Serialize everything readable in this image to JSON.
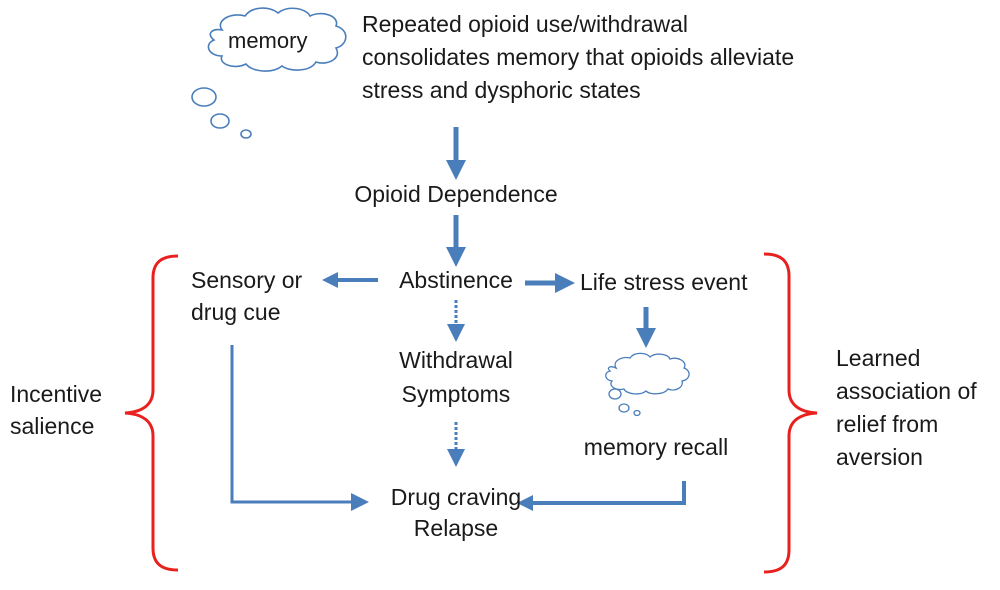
{
  "colors": {
    "arrow": "#4a7ebb",
    "brace": "#e8201e",
    "cloud": "#4a7ebb",
    "text": "#1a1a1a"
  },
  "top_cloud": {
    "label": "memory",
    "icon": "thought-cloud-icon"
  },
  "intro_text": [
    "Repeated opioid use/withdrawal",
    "consolidates memory that opioids alleviate",
    "stress and dysphoric states"
  ],
  "nodes": {
    "dependence": "Opioid Dependence",
    "abstinence": "Abstinence",
    "cue": [
      "Sensory or",
      "drug cue"
    ],
    "stress": "Life stress event",
    "withdrawal": [
      "Withdrawal",
      "Symptoms"
    ],
    "recall": "memory recall",
    "craving": [
      "Drug craving",
      "Relapse"
    ]
  },
  "braces": {
    "left_label": [
      "Incentive",
      "salience"
    ],
    "right_label": [
      "Learned",
      "association of",
      "relief from",
      "aversion"
    ]
  },
  "edges": [
    {
      "from": "intro",
      "to": "dependence",
      "style": "solid"
    },
    {
      "from": "dependence",
      "to": "abstinence",
      "style": "solid"
    },
    {
      "from": "abstinence",
      "to": "cue",
      "style": "solid"
    },
    {
      "from": "abstinence",
      "to": "stress",
      "style": "solid"
    },
    {
      "from": "abstinence",
      "to": "withdrawal",
      "style": "dotted"
    },
    {
      "from": "withdrawal",
      "to": "craving",
      "style": "dotted"
    },
    {
      "from": "stress",
      "to": "recall",
      "style": "solid"
    },
    {
      "from": "cue",
      "to": "craving",
      "style": "solid-elbow"
    },
    {
      "from": "recall",
      "to": "craving",
      "style": "solid-elbow"
    }
  ]
}
